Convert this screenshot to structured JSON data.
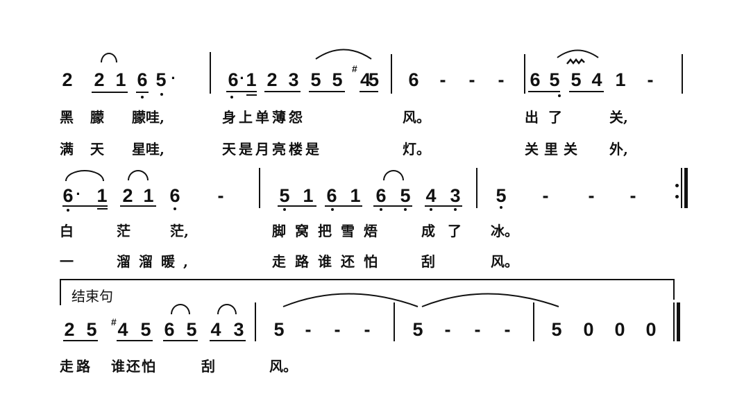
{
  "score": {
    "notation": "jianpu",
    "lines": [
      {
        "measures": [
          {
            "notes": [
              "2",
              "2",
              "1",
              "6",
              "5·"
            ]
          },
          {
            "notes": [
              "6·",
              "1",
              "2",
              "3",
              "5",
              "5",
              "#4",
              "5"
            ]
          },
          {
            "notes": [
              "6",
              "-",
              "-",
              "-"
            ]
          },
          {
            "notes": [
              "6",
              "5",
              "5",
              "4",
              "1",
              "-"
            ]
          }
        ],
        "lyrics_verse1": [
          "黑",
          "朦",
          "朦哇,",
          "身上单薄怨",
          "风。",
          "出了",
          "关,"
        ],
        "lyrics_verse2": [
          "满",
          "天",
          "星哇,",
          "天是月亮楼是",
          "灯。",
          "关里关",
          "外,"
        ]
      },
      {
        "measures": [
          {
            "notes": [
              "6·",
              "1",
              "2",
              "1",
              "6",
              "-"
            ]
          },
          {
            "notes": [
              "5",
              "1",
              "6",
              "1",
              "6",
              "5",
              "4",
              "3"
            ]
          },
          {
            "notes": [
              "5",
              "-",
              "-",
              "-"
            ]
          }
        ],
        "lyrics_verse1": [
          "白",
          "茫",
          "茫,",
          "脚窝把雪焐",
          "成了",
          "冰。"
        ],
        "lyrics_verse2": [
          "一",
          "溜溜暖,",
          "走路谁还怕",
          "刮",
          "风。"
        ]
      },
      {
        "ending_label": "结束句",
        "measures": [
          {
            "notes": [
              "2",
              "5",
              "#4",
              "5",
              "6",
              "5",
              "4",
              "3"
            ]
          },
          {
            "notes": [
              "5",
              "-",
              "-",
              "-"
            ]
          },
          {
            "notes": [
              "5",
              "-",
              "-",
              "-"
            ]
          },
          {
            "notes": [
              "5",
              "0",
              "0",
              "0"
            ]
          }
        ],
        "lyrics_verse1": [
          "走路",
          "谁还怕",
          "刮",
          "风。"
        ]
      }
    ]
  },
  "text": {
    "l1": {
      "n": [
        "2",
        "2",
        "1",
        "6",
        "5",
        "·",
        "6",
        "·",
        "1",
        "2",
        "3",
        "5",
        "5",
        "45",
        "6",
        "-",
        "-",
        "-",
        "6",
        "5",
        "5",
        "4",
        "1",
        "-"
      ],
      "sharp": "#",
      "v1": [
        "黑",
        "朦",
        "朦哇,",
        "身上单薄怨",
        "风。",
        "出了",
        "关,"
      ],
      "v2": [
        "满",
        "天",
        "星哇,",
        "天是月亮楼是",
        "灯。",
        "关里关",
        "外,"
      ]
    },
    "l2": {
      "n": [
        "6",
        "·",
        "1",
        "2",
        "1",
        "6",
        "-",
        "5",
        "1",
        "6",
        "1",
        "6",
        "5",
        "4",
        "3",
        "5",
        "-",
        "-",
        "-"
      ],
      "v1": [
        "白",
        "茫",
        "茫,",
        "脚窝把雪焐",
        "成",
        "了",
        "冰。"
      ],
      "v2": [
        "一",
        "溜溜暖,",
        "走路谁还怕",
        "刮",
        "风。"
      ]
    },
    "l3": {
      "label": "结束句",
      "n": [
        "2",
        "5",
        "4",
        "5",
        "6",
        "5",
        "4",
        "3",
        "5",
        "-",
        "-",
        "-",
        "5",
        "-",
        "-",
        "-",
        "5",
        "0",
        "0",
        "0"
      ],
      "sharp": "#",
      "v1": [
        "走路",
        "谁还怕",
        "刮",
        "风。"
      ]
    }
  }
}
